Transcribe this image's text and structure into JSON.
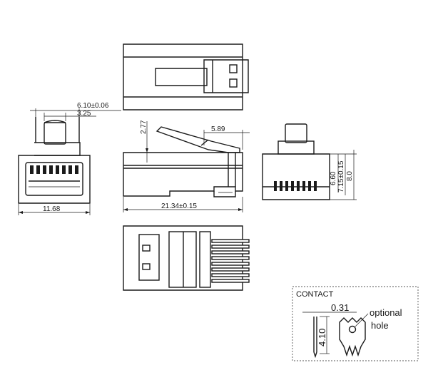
{
  "dimensions": {
    "top_width": "6.10±0.06",
    "slot_width": "3.25",
    "front_width": "11.68",
    "latch_height": "2.77",
    "latch_length": "5.89",
    "total_length": "21.34±0.15",
    "height_a": "6.60",
    "height_b": "7.15±0.15",
    "height_c": "8.0"
  },
  "contact": {
    "title": "CONTACT",
    "thickness": "0.31",
    "height": "4.10",
    "note_line1": "optional",
    "note_line2": "hole"
  }
}
